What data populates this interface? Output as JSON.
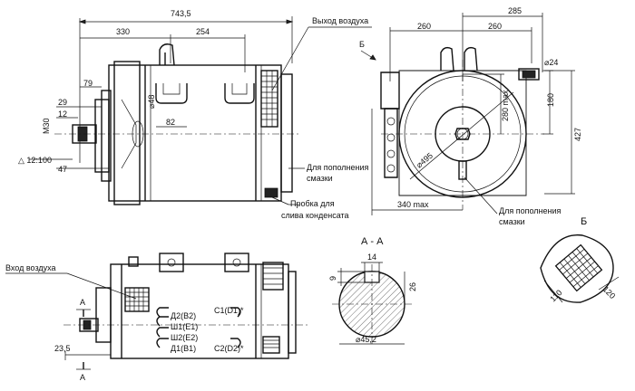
{
  "dimensions": {
    "total_length": "743,5",
    "d330": "330",
    "d254": "254",
    "d285": "285",
    "d260a": "260",
    "d260b": "260",
    "d24": "⌀24",
    "m30": "M30",
    "d79": "79",
    "d29": "29",
    "d12": "12",
    "d48": "⌀48",
    "d82": "82",
    "taper": "△ 12:100",
    "d47": "47",
    "d280max": "280 max",
    "d180": "180",
    "d427": "427",
    "d495": "⌀495",
    "d340max": "340 max",
    "d9": "9",
    "d14": "14",
    "d26": "26",
    "d45": "⌀45,2",
    "d110": "110",
    "d120": "120",
    "d23_5": "23,5"
  },
  "labels": {
    "air_out": "Выход воздуха",
    "lube_fill_1a": "Для пополнения",
    "lube_fill_1b": "смазки",
    "drain_plug_a": "Пробка для",
    "drain_plug_b": "слива конденсата",
    "lube_fill_2a": "Для пополнения",
    "lube_fill_2b": "смазки",
    "air_in": "Вход воздуха",
    "view_b": "Б",
    "view_b2": "Б",
    "section_aa": "А - А",
    "sec_a_top": "А",
    "sec_a_bot": "А"
  },
  "terminals": {
    "d2": "Д2(В2)",
    "sh1": "Ш1(Е1)",
    "sh2": "Ш2(Е2)",
    "d1": "Д1(В1)",
    "c1": "С1(D1)*",
    "c2": "С2(D2)*"
  }
}
